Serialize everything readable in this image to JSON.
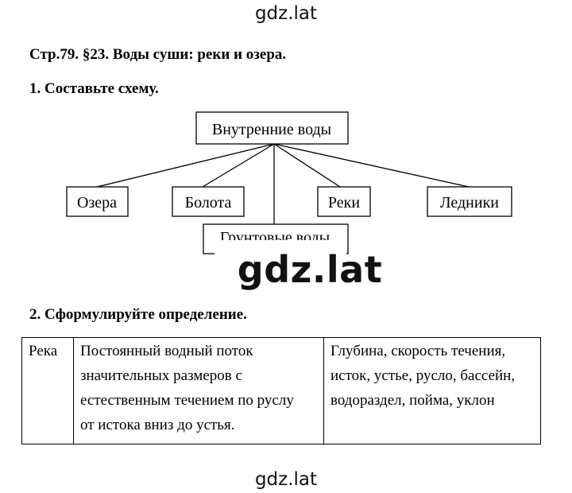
{
  "watermark": "gdz.lat",
  "title": "Стр.79. §23. Воды суши: реки и озера.",
  "task1": {
    "heading": "1. Составьте схему.",
    "root": "Внутренние воды",
    "children": [
      "Озера",
      "Болота",
      "Грунтовые воды",
      "Реки",
      "Ледники"
    ]
  },
  "task2": {
    "heading": "2. Сформулируйте определение.",
    "term": "Река",
    "definition_lines": [
      "Постоянный водный поток",
      "значительных размеров с",
      "естественным течением по руслу",
      "от истока вниз до устья."
    ],
    "features_lines": [
      "Глубина, скорость течения,",
      "исток, устье, русло, бассейн,",
      "водораздел, пойма, уклон"
    ]
  }
}
